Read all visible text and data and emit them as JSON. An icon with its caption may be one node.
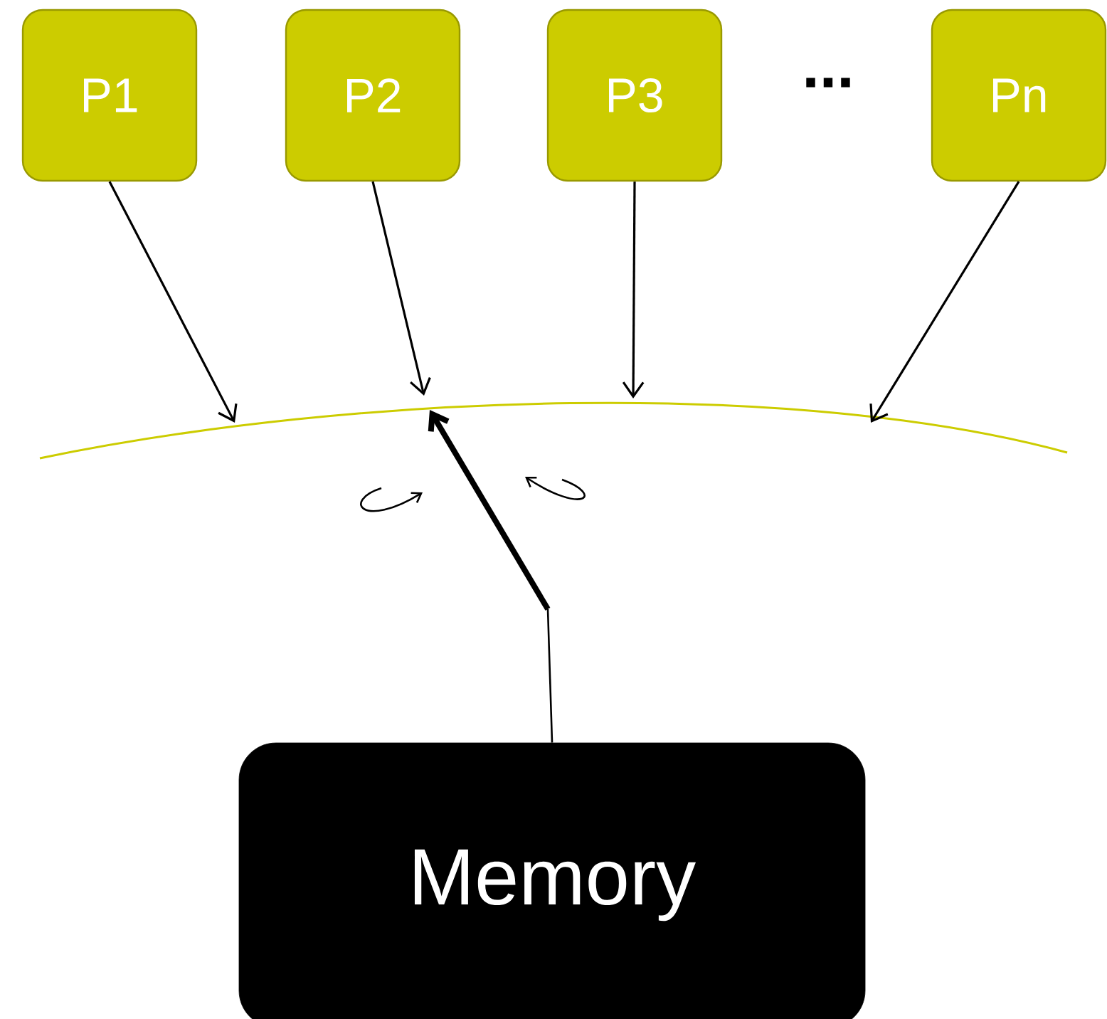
{
  "diagram": {
    "nodes": [
      {
        "text": [
          "P1"
        ]
      },
      {
        "text": [
          "P2"
        ]
      },
      {
        "text": [
          "P3"
        ]
      },
      {
        "text": [
          "Pn"
        ]
      },
      {
        "text": [
          "Memory"
        ]
      }
    ],
    "edges": [
      {
        "from": 0,
        "to": null,
        "arrow": "to"
      },
      {
        "from": 1,
        "to": null,
        "arrow": "to"
      },
      {
        "from": 2,
        "to": null,
        "arrow": "to"
      },
      {
        "from": 3,
        "to": null,
        "arrow": "to"
      },
      {
        "from": 4,
        "to": null,
        "arrow": "to",
        "style": "thick"
      }
    ],
    "labels": [
      "..."
    ]
  }
}
